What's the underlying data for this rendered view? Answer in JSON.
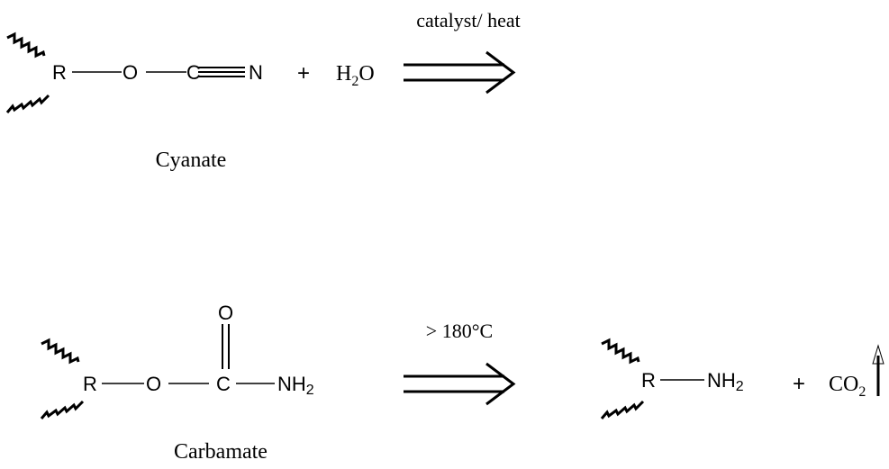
{
  "reaction1": {
    "condition": "catalyst/ heat",
    "reactant": {
      "r_label": "R",
      "o_label": "O",
      "c_label": "C",
      "n_label": "N",
      "name": "Cyanate"
    },
    "plus": "+",
    "water": {
      "h": "H",
      "sub": "2",
      "o": "O"
    }
  },
  "reaction2": {
    "condition": "> 180°C",
    "reactant": {
      "r_label": "R",
      "o_label": "O",
      "c_label": "C",
      "carbonyl_o": "O",
      "nh2_main": "NH",
      "nh2_sub": "2",
      "name": "Carbamate"
    },
    "product": {
      "r_label": "R",
      "nh2_main": "NH",
      "nh2_sub": "2"
    },
    "plus": "+",
    "co2": {
      "main": "CO",
      "sub": "2"
    }
  }
}
